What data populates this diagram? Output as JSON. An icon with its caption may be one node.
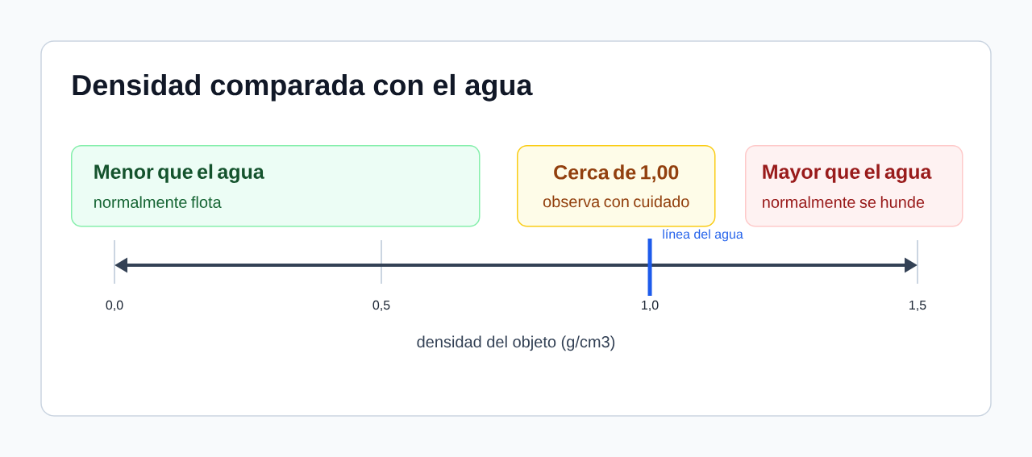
{
  "diagram": {
    "title": "Densidad comparada con el agua",
    "nodes": [
      {
        "text": [
          "Menor que el agua",
          "normalmente flota"
        ]
      },
      {
        "text": [
          "Cerca de 1,00",
          "observa con cuidado"
        ]
      },
      {
        "text": [
          "Mayor que el agua",
          "normalmente se hunde"
        ]
      }
    ],
    "labels": [
      "línea del agua",
      "0,0",
      "0,5",
      "1,0",
      "1,5",
      "densidad del objeto (g/cm3)"
    ]
  }
}
